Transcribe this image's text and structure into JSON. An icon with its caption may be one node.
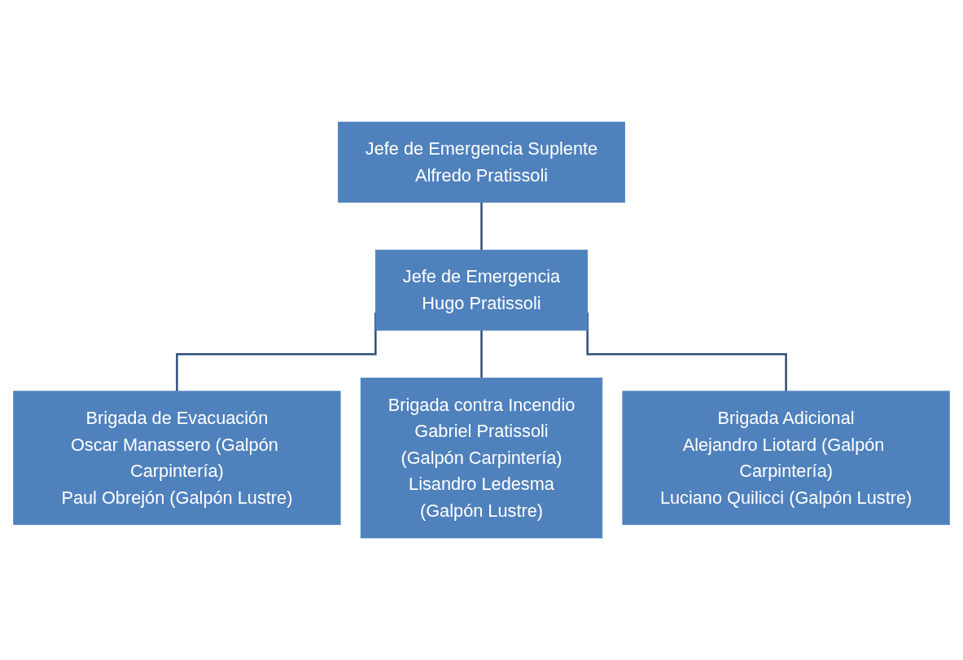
{
  "diagram": {
    "nodes": [
      {
        "text": [
          "Jefe de Emergencia Suplente",
          "Alfredo Pratissoli"
        ]
      },
      {
        "text": [
          "Jefe de Emergencia",
          "Hugo Pratissoli"
        ]
      },
      {
        "text": [
          "Brigada de Evacuación",
          "Oscar Manassero (Galpón Carpintería)",
          "Paul Obrejón (Galpón Lustre)"
        ]
      },
      {
        "text": [
          "Brigada contra Incendio",
          "Gabriel Pratissoli",
          "(Galpón Carpintería)",
          "Lisandro Ledesma",
          "(Galpón Lustre)"
        ]
      },
      {
        "text": [
          "Brigada Adicional",
          "Alejandro Liotard (Galpón Carpintería)",
          "Luciano Quilicci (Galpón Lustre)"
        ]
      }
    ],
    "edges": [
      {
        "from": 0,
        "to": 1,
        "arrow": "none"
      },
      {
        "from": 1,
        "to": 2,
        "arrow": "none"
      },
      {
        "from": 1,
        "to": 3,
        "arrow": "none"
      },
      {
        "from": 1,
        "to": 4,
        "arrow": "none"
      }
    ]
  }
}
